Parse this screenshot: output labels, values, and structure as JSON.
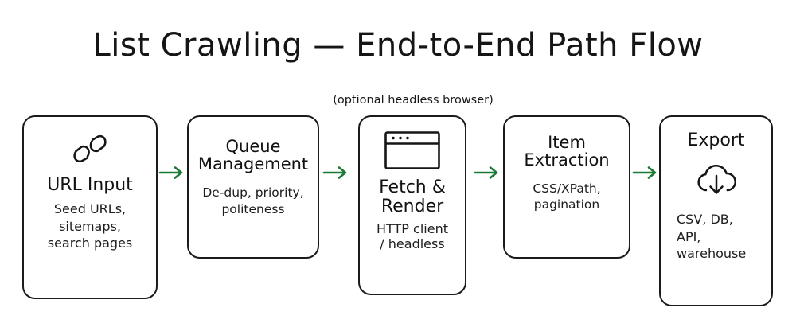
{
  "page": {
    "title": "List Crawling — End-to-End Path Flow",
    "background": "#ffffff",
    "ink_color": "#1b1b1b",
    "arrow_color": "#1a7a35"
  },
  "annotation": {
    "fetch_note": "(optional headless browser)"
  },
  "nodes": [
    {
      "id": "url-input",
      "icon": "link-chain-icon",
      "title": "URL Input",
      "subtitle": "Seed URLs,\nsitemaps,\nsearch pages"
    },
    {
      "id": "queue-management",
      "icon": null,
      "title": "Queue\nManagement",
      "subtitle": "De-dup, priority,\npoliteness"
    },
    {
      "id": "fetch-render",
      "icon": "browser-window-icon",
      "title": "Fetch &\nRender",
      "subtitle": "HTTP client\n/ headless"
    },
    {
      "id": "item-extraction",
      "icon": null,
      "title": "Item\nExtraction",
      "subtitle": "CSS/XPath,\npagination"
    },
    {
      "id": "export",
      "icon": "cloud-download-icon",
      "title": "Export",
      "subtitle": "CSV, DB,\nAPI,\nwarehouse"
    }
  ],
  "arrows": [
    {
      "id": "arrow-1",
      "from": "url-input",
      "to": "queue-management",
      "glyph": "arrow-right-icon"
    },
    {
      "id": "arrow-2",
      "from": "queue-management",
      "to": "fetch-render",
      "glyph": "arrow-right-icon"
    },
    {
      "id": "arrow-3",
      "from": "fetch-render",
      "to": "item-extraction",
      "glyph": "arrow-right-icon"
    },
    {
      "id": "arrow-4",
      "from": "item-extraction",
      "to": "export",
      "glyph": "arrow-right-icon"
    }
  ]
}
